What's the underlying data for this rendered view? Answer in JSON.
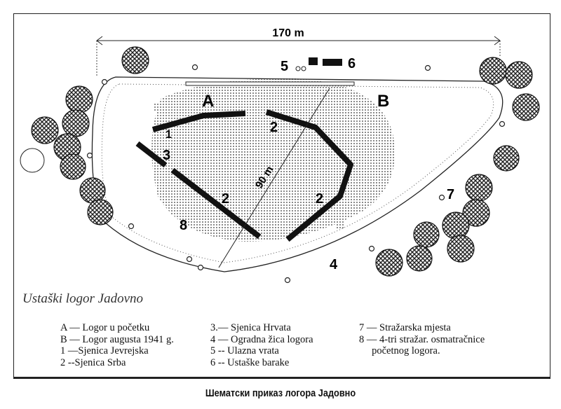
{
  "diagram": {
    "width_label": "170 m",
    "diagonal_label": "90 m",
    "zone_labels": {
      "A": "A",
      "B": "B"
    },
    "markers": {
      "m1": "1",
      "m2a": "2",
      "m2b": "2",
      "m2c": "2",
      "m3": "3",
      "m4": "4",
      "m5": "5",
      "m6": "6",
      "m7": "7",
      "m8": "8"
    }
  },
  "title": "Ustaški logor Jadovno",
  "legend": {
    "col1": [
      "A — Logor u početku",
      "B — Logor augusta 1941 g.",
      "1 —Sjenica Jevrejska",
      "2 --Sjenica Srba"
    ],
    "col2": [
      "3.— Sjenica Hrvata",
      "4 — Ogradna žica logora",
      "5 -- Ulazna vrata",
      "6 -- Ustaške barake"
    ],
    "col3": [
      "7 — Stražarska mjesta",
      "8 — 4-tri stražar. osmatračnice",
      "     početnog logora."
    ]
  },
  "caption": "Шематски приказ логора Јадовно",
  "colors": {
    "ink": "#111111",
    "stipple": "#9a9a9a"
  }
}
